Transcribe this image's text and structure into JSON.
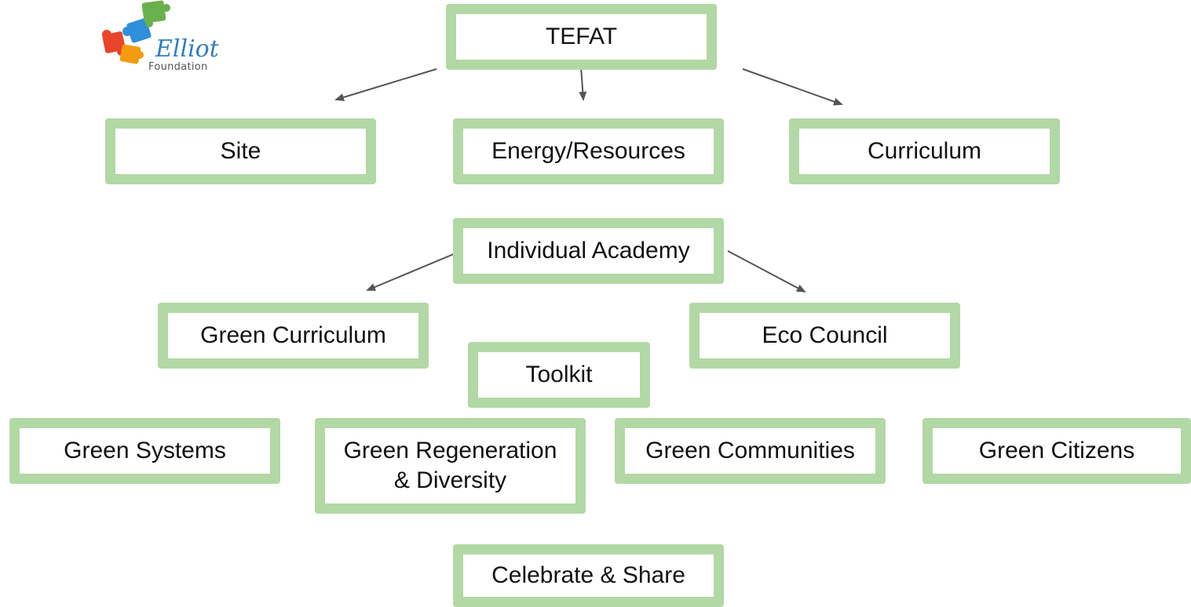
{
  "logo": {
    "wordmark": "Elliot",
    "subtitle": "Foundation",
    "colors": {
      "red": "#e8452b",
      "green": "#6ab04c",
      "blue": "#2f8fd8",
      "orange": "#f39c12",
      "script": "#2d7fc4"
    }
  },
  "nodes": {
    "tefat": "TEFAT",
    "site": "Site",
    "energy": "Energy/Resources",
    "curriculum": "Curriculum",
    "individual_academy": "Individual Academy",
    "green_curriculum": "Green Curriculum",
    "eco_council": "Eco Council",
    "toolkit": "Toolkit",
    "green_systems": "Green Systems",
    "green_regeneration": [
      "Green Regeneration",
      "& Diversity"
    ],
    "green_communities": "Green Communities",
    "green_citizens": "Green Citizens",
    "celebrate_share": "Celebrate & Share"
  },
  "colors": {
    "node_border": "#b2d8a5",
    "arrow": "#555555",
    "text": "#111111"
  }
}
